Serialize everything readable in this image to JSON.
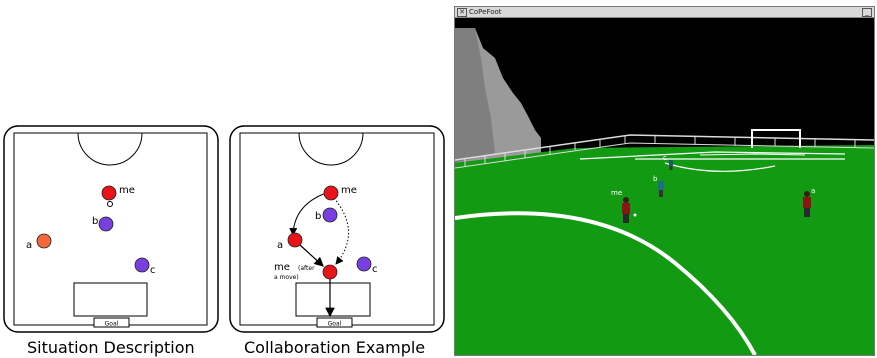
{
  "panels": {
    "situation": {
      "caption": "Situation Description",
      "goal_label": "Goal",
      "players": {
        "me": "me",
        "a": "a",
        "b": "b",
        "c": "c"
      }
    },
    "collaboration": {
      "caption": "Collaboration Example",
      "goal_label": "Goal",
      "players": {
        "me": "me",
        "a": "a",
        "b": "b",
        "c": "c"
      },
      "me_after_main": "me",
      "me_after_paren1": "(after",
      "me_after_line2": "a move)"
    }
  },
  "window": {
    "title": "CoPeFoot",
    "close_glyph": "✕",
    "minimize_glyph": "_",
    "scene_labels": {
      "c": "c",
      "b": "b",
      "me": "me",
      "a": "a"
    }
  },
  "colors": {
    "me": "#e8141a",
    "a_situation": "#f2693a",
    "teammate": "#7a3fe0",
    "field_green": "#139a13",
    "sky": "#000000"
  }
}
